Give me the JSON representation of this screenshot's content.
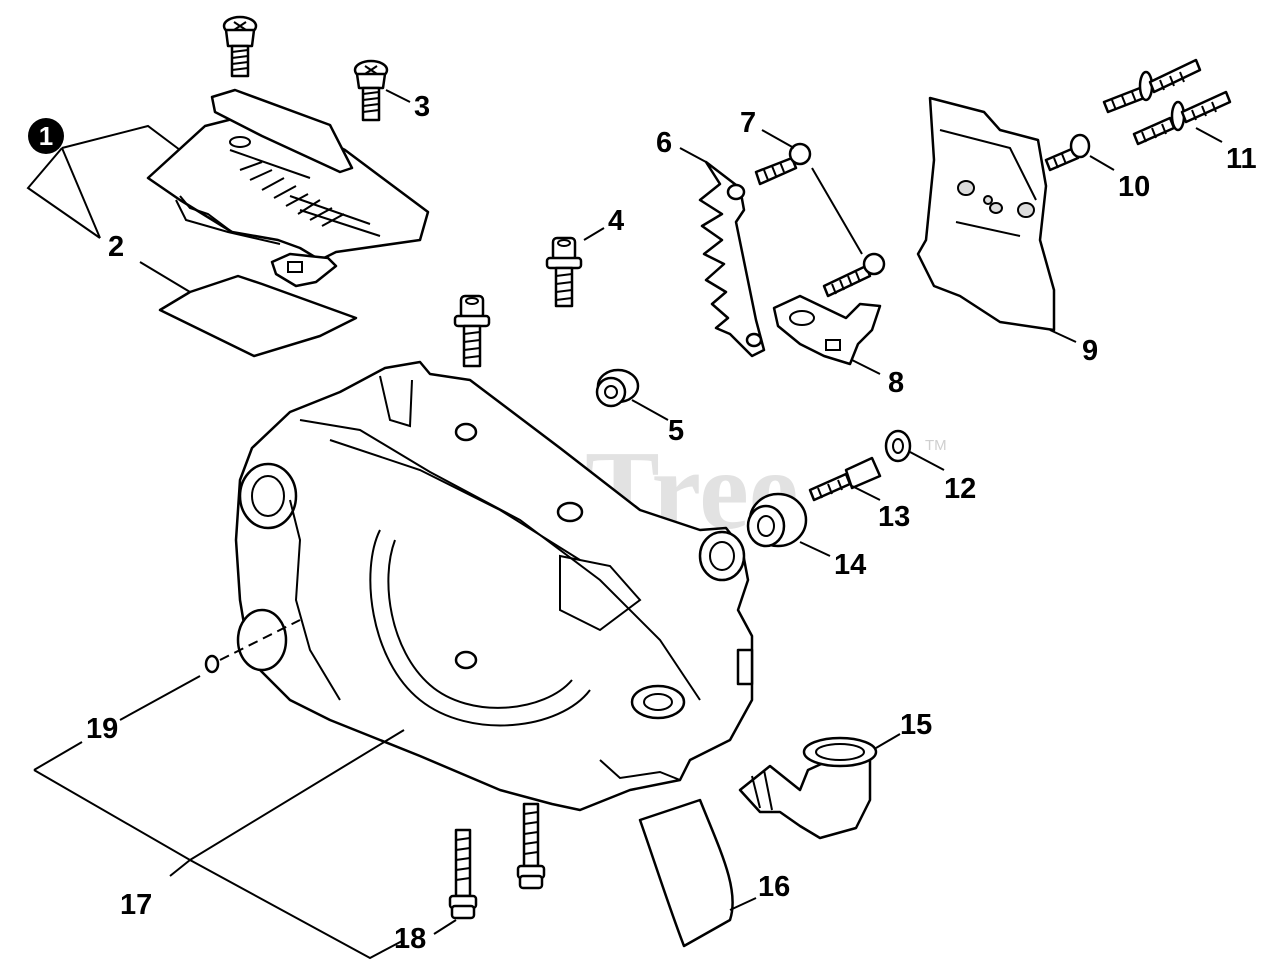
{
  "watermark": {
    "text": "PartsTree",
    "trademark": "TM"
  },
  "callouts": {
    "c1": "1",
    "c2": "2",
    "c3": "3",
    "c4": "4",
    "c5": "5",
    "c6": "6",
    "c7": "7",
    "c8": "8",
    "c9": "9",
    "c10": "10",
    "c11": "11",
    "c12": "12",
    "c13": "13",
    "c14": "14",
    "c15": "15",
    "c16": "16",
    "c17": "17",
    "c18": "18",
    "c19": "19"
  }
}
